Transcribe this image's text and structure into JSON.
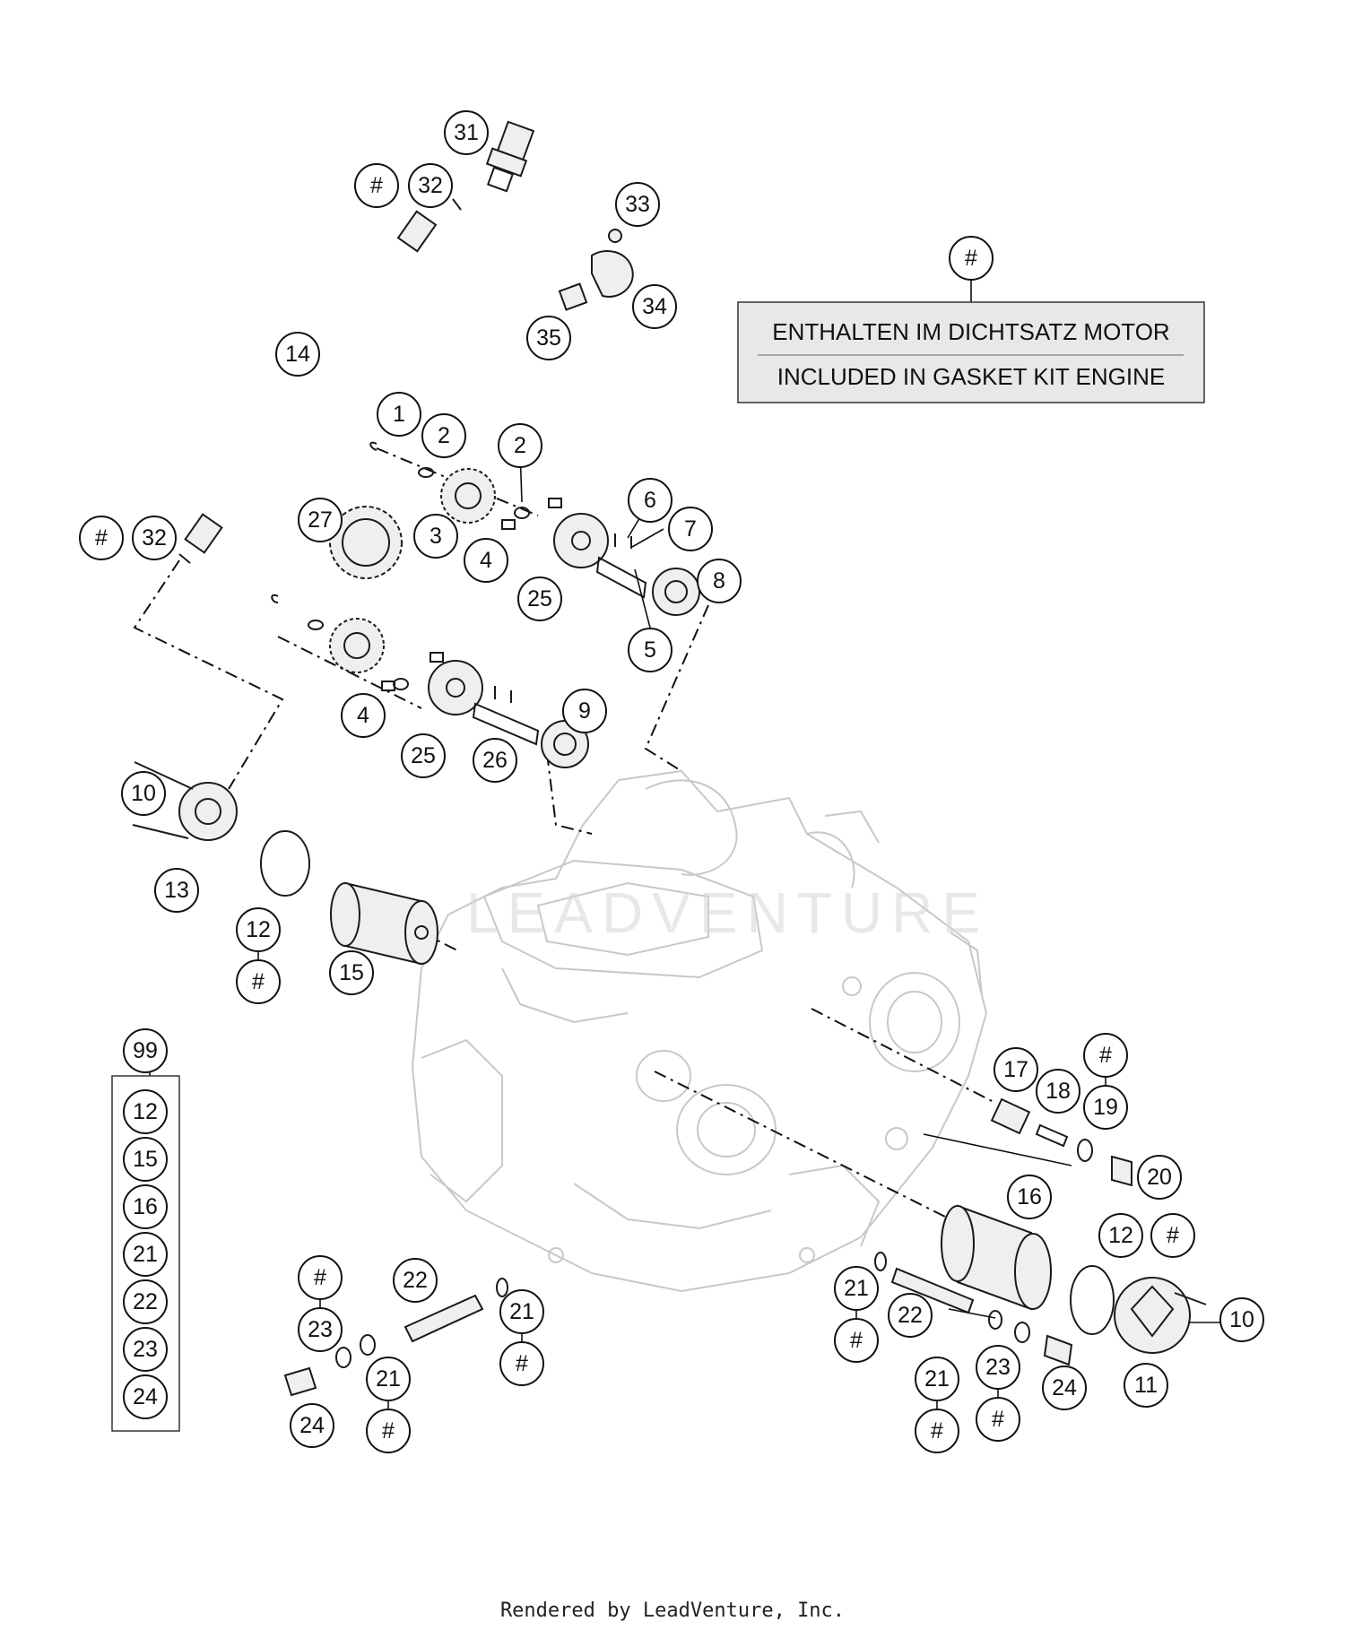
{
  "legend": {
    "marker": "#",
    "line1": "ENTHALTEN IM DICHTSATZ MOTOR",
    "line2": "INCLUDED IN GASKET KIT ENGINE"
  },
  "kit": {
    "label": "99",
    "items": [
      "12",
      "15",
      "16",
      "21",
      "22",
      "23",
      "24"
    ]
  },
  "callouts": {
    "c1": "1",
    "c2a": "2",
    "c2b": "2",
    "c3": "3",
    "c4a": "4",
    "c4b": "4",
    "c5": "5",
    "c6": "6",
    "c7": "7",
    "c8": "8",
    "c9": "9",
    "c10a": "10",
    "c10b": "10",
    "c11": "11",
    "c12a": "12",
    "c12a_hash": "#",
    "c12b": "12",
    "c12b_hash": "#",
    "c13": "13",
    "c14": "14",
    "c15": "15",
    "c16": "16",
    "c17": "17",
    "c18": "18",
    "c19": "19",
    "c19_hash": "#",
    "c20": "20",
    "c21a": "21",
    "c21a_hash": "#",
    "c21b": "21",
    "c21b_hash": "#",
    "c21c": "21",
    "c21c_hash": "#",
    "c21d": "21",
    "c21d_hash": "#",
    "c22a": "22",
    "c22b": "22",
    "c23a": "23",
    "c23a_hash": "#",
    "c23b": "23",
    "c23b_hash": "#",
    "c24a": "24",
    "c24b": "24",
    "c25a": "25",
    "c25b": "25",
    "c26": "26",
    "c27": "27",
    "c31": "31",
    "c32a": "32",
    "c32a_hash": "#",
    "c32b": "32",
    "c32b_hash": "#",
    "c33": "33",
    "c34": "34",
    "c35": "35"
  },
  "watermark": "LEADVENTURE",
  "footer": "Rendered by LeadVenture, Inc."
}
